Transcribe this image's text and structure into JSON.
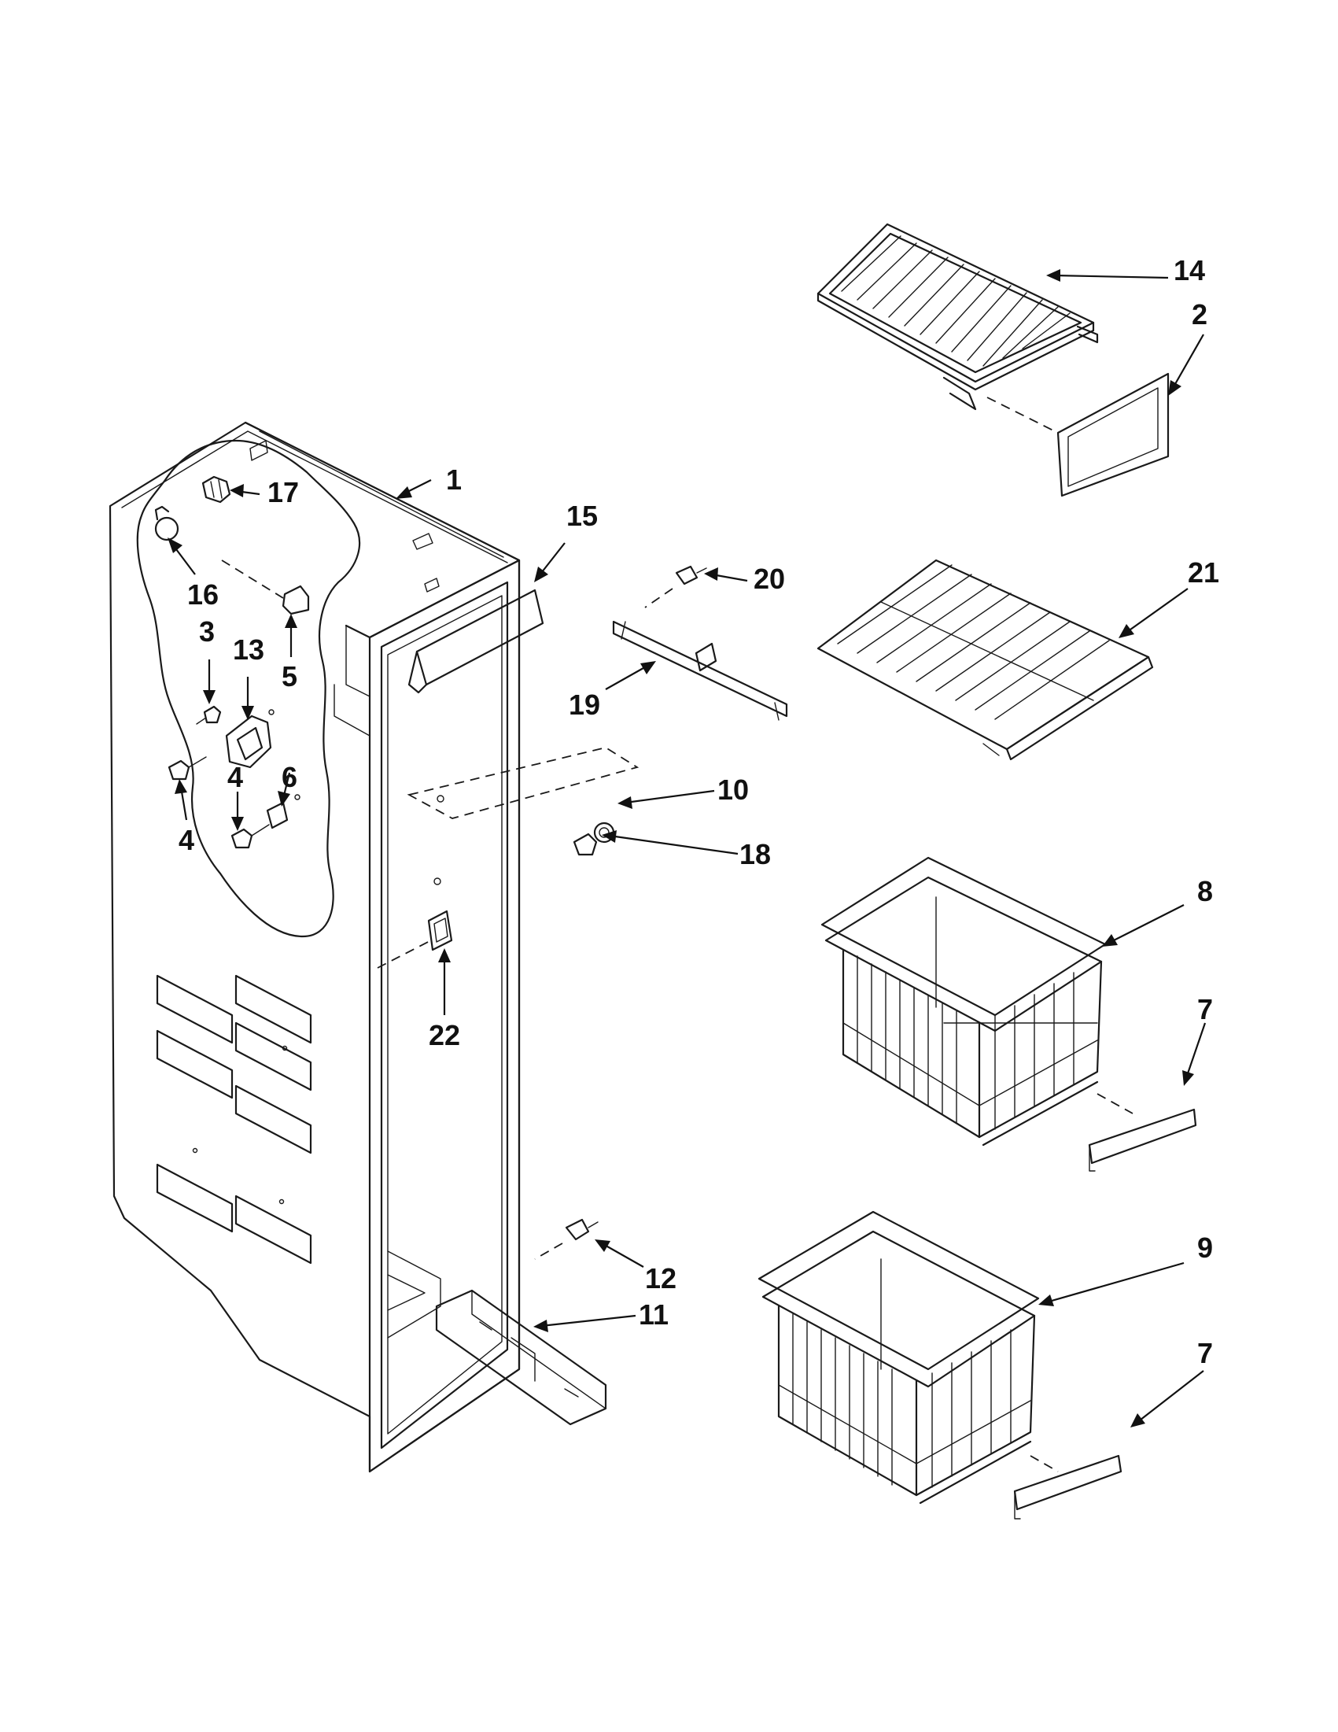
{
  "diagram": {
    "callouts": [
      {
        "id": "c1",
        "label": "1"
      },
      {
        "id": "c2",
        "label": "2"
      },
      {
        "id": "c3",
        "label": "3"
      },
      {
        "id": "c4a",
        "label": "4"
      },
      {
        "id": "c4b",
        "label": "4"
      },
      {
        "id": "c5",
        "label": "5"
      },
      {
        "id": "c6",
        "label": "6"
      },
      {
        "id": "c7a",
        "label": "7"
      },
      {
        "id": "c7b",
        "label": "7"
      },
      {
        "id": "c8",
        "label": "8"
      },
      {
        "id": "c9",
        "label": "9"
      },
      {
        "id": "c10",
        "label": "10"
      },
      {
        "id": "c11",
        "label": "11"
      },
      {
        "id": "c12",
        "label": "12"
      },
      {
        "id": "c13",
        "label": "13"
      },
      {
        "id": "c14",
        "label": "14"
      },
      {
        "id": "c15",
        "label": "15"
      },
      {
        "id": "c16",
        "label": "16"
      },
      {
        "id": "c17",
        "label": "17"
      },
      {
        "id": "c18",
        "label": "18"
      },
      {
        "id": "c19",
        "label": "19"
      },
      {
        "id": "c20",
        "label": "20"
      },
      {
        "id": "c21",
        "label": "21"
      },
      {
        "id": "c22",
        "label": "22"
      }
    ]
  }
}
